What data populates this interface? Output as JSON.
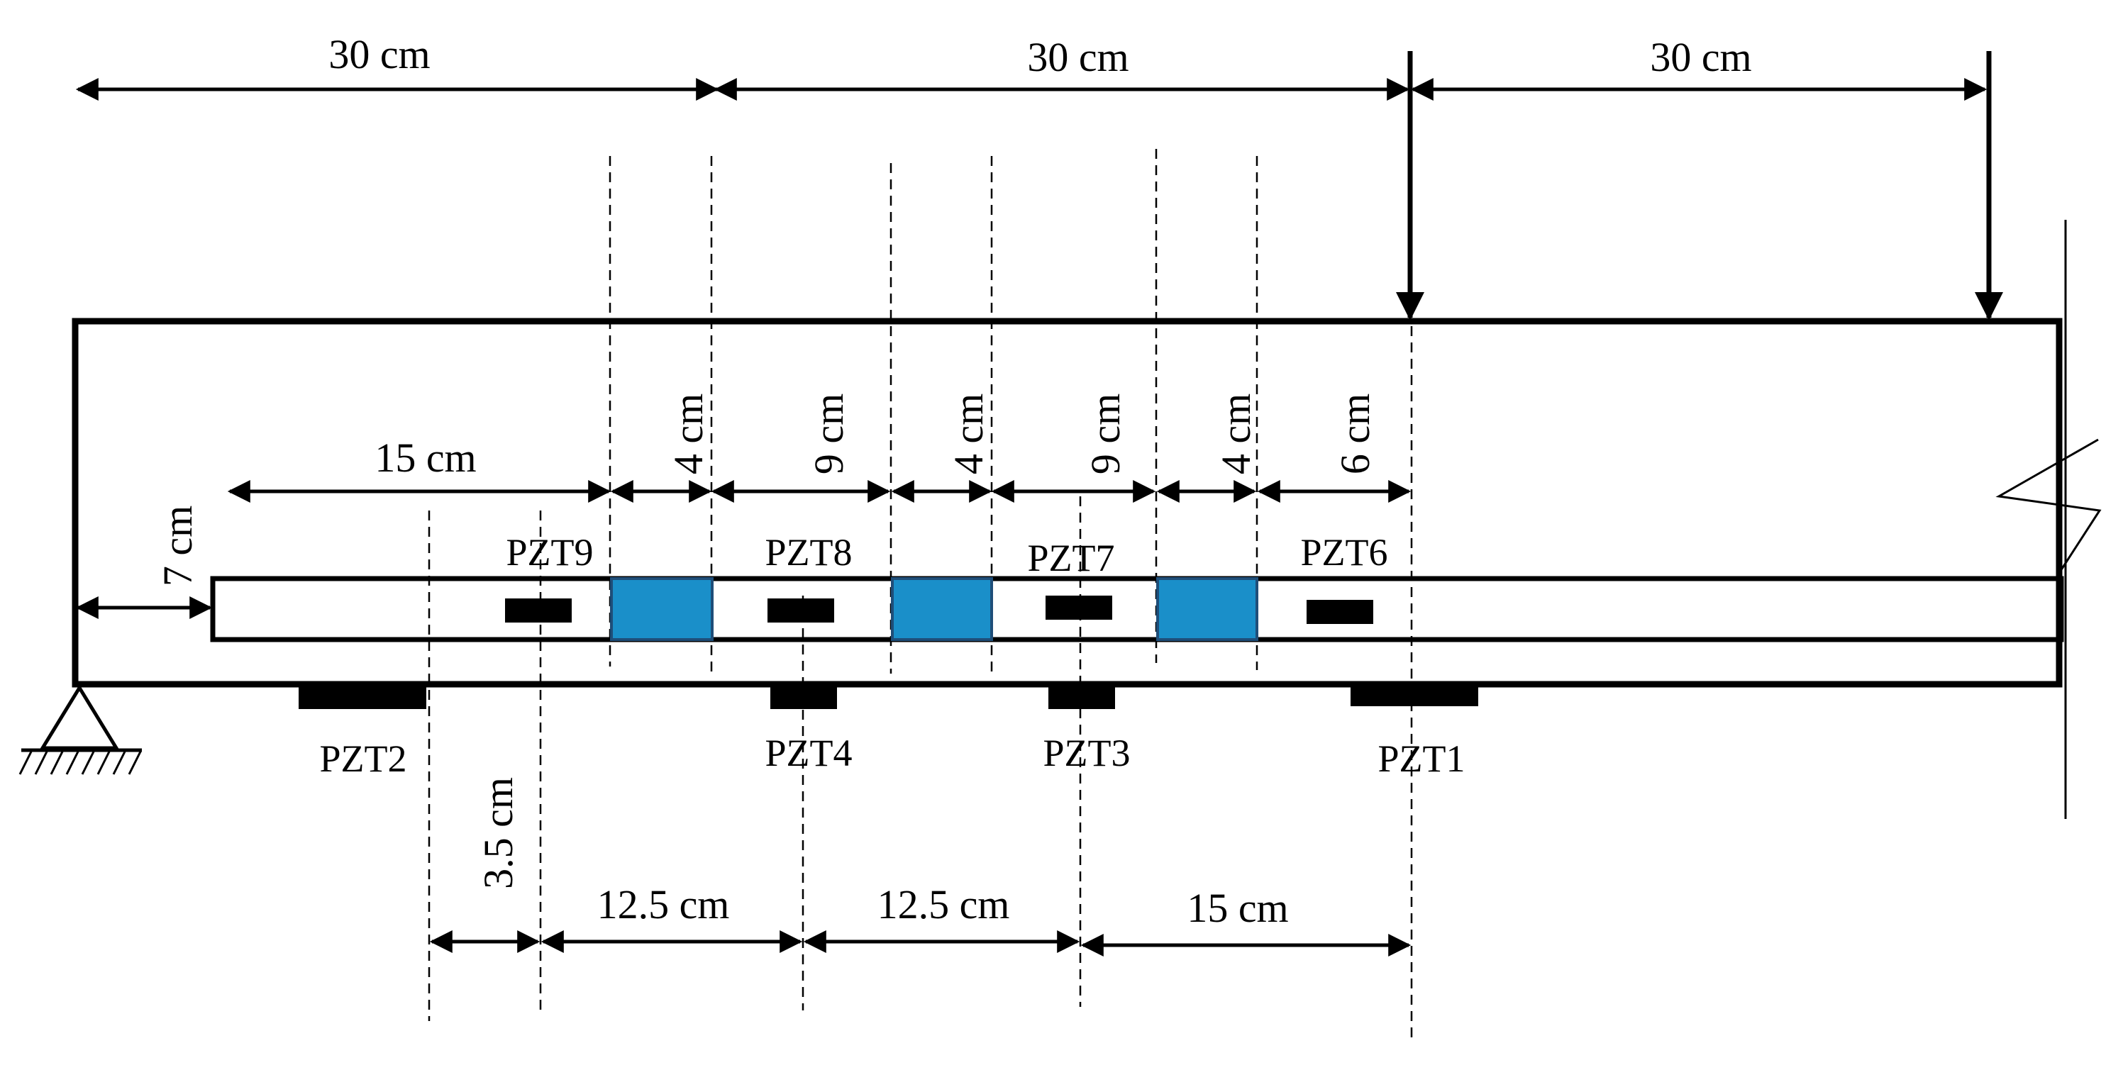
{
  "diagram": {
    "colors": {
      "line": "#000000",
      "steel_patch": "#1a8fc9",
      "steel_patch_border": "#1f4e79",
      "sensor": "#000000",
      "background": "#ffffff"
    },
    "top_dimensions": [
      "30 cm",
      "30 cm",
      "30 cm"
    ],
    "inner_dimensions": {
      "d15": "15 cm",
      "d4a": "4 cm",
      "d9a": "9 cm",
      "d4b": "4 cm",
      "d9b": "9 cm",
      "d4c": "4 cm",
      "d6": "6 cm"
    },
    "cover_dimension": "7 cm",
    "bottom_dimensions": [
      "3.5 cm",
      "12.5 cm",
      "12.5 cm",
      "15 cm"
    ],
    "embedded_sensors": [
      "PZT9",
      "PZT8",
      "PZT7",
      "PZT6"
    ],
    "surface_sensors": [
      "PZT2",
      "PZT4",
      "PZT3",
      "PZT1"
    ],
    "icons": {
      "load_arrows": "down-arrow-icon",
      "support": "pin-support-icon",
      "break_line": "break-line-icon"
    }
  }
}
